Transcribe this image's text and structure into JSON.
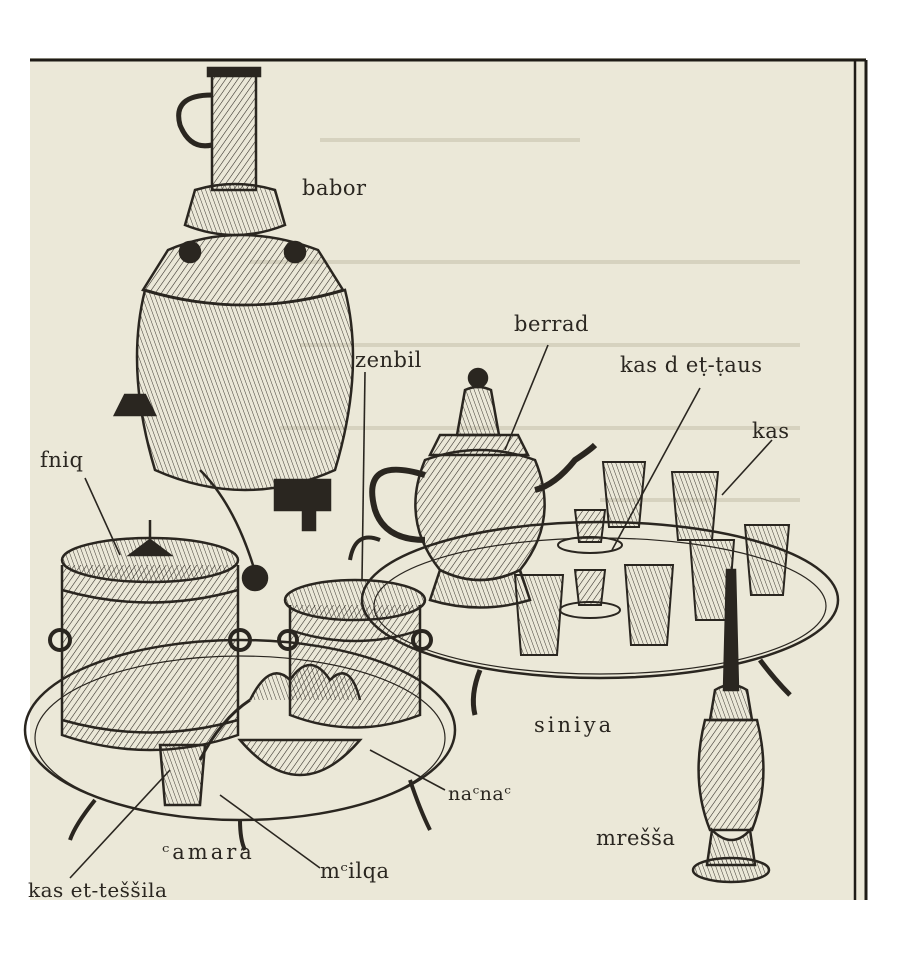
{
  "labels": {
    "babor": "babor",
    "zenbil": "zenbil",
    "berrad": "berrad",
    "kas_d_et_taus": "kas d eṭ-ṭaus",
    "kas": "kas",
    "fniq": "fniq",
    "siniya": "siniya",
    "nacnac": "naᶜnaᶜ",
    "mressa": "mrešša",
    "camara": "ᶜamara",
    "mcilqa": "mᶜilqa",
    "kas_et_teslila": "kas et-teššila"
  },
  "colors": {
    "paper": "#ebe8d8",
    "ink": "#2a2620",
    "border": "#1e1b16"
  }
}
